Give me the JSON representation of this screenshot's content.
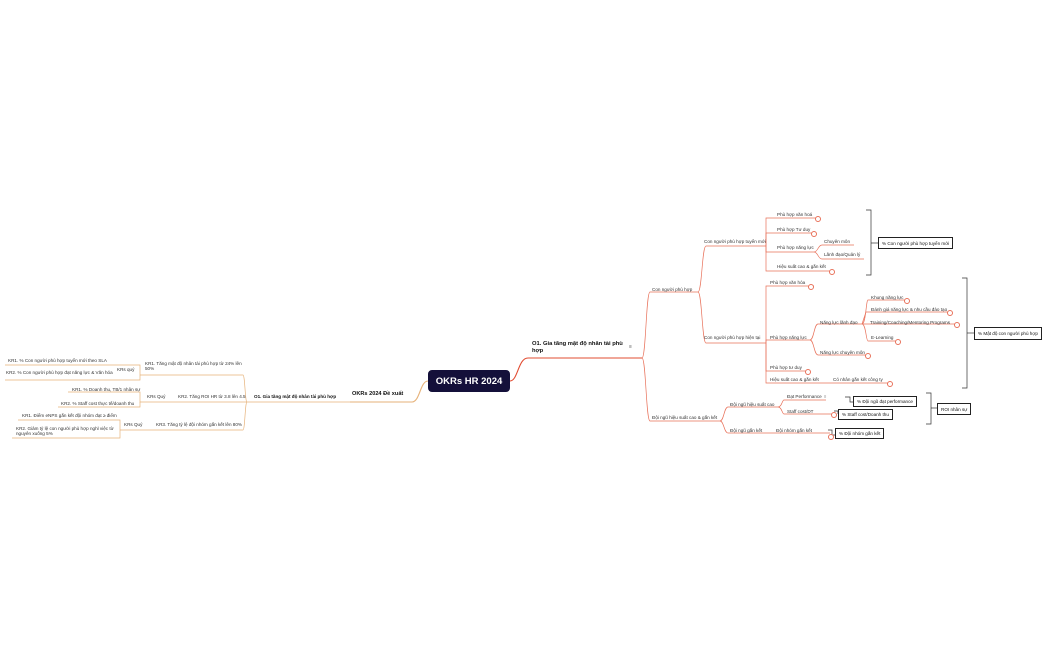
{
  "root": {
    "label": "OKRs HR 2024"
  },
  "colors": {
    "root_bg": "#14103a",
    "right_branch": "#e8715a",
    "left_branch": "#e6b27a",
    "accent": "#e24c32"
  },
  "left": {
    "main": "OKRs 2024 Đề xuất",
    "objective": "O1. Gia tăng mật độ nhân tài phù hợp",
    "groups": [
      {
        "kr": "KR1. Tăng mật độ nhân tài phù hợp từ 24% lên 50%",
        "period": "KRs quý",
        "items": [
          "KR1. % Con người phù hợp tuyển mới theo SLA",
          "KR2. % Con người phù hợp đạt năng lực & Văn hóa"
        ]
      },
      {
        "kr": "KR2. Tăng ROI HR từ 3.8 lên 4.5",
        "period": "KRs Quý",
        "items": [
          "KR1. % Doanh thu, TB/1 nhân sự",
          "KR2. % Staff cost thực tế/doanh thu"
        ]
      },
      {
        "kr": "KR3. Tăng tỷ lệ đội nhóm gắn kết lên 80%",
        "period": "KRs Quý",
        "items": [
          "KR1. Điểm eNPS gắn kết đội nhóm đạt ≥ điểm",
          "KR2. Giảm tỷ lệ con người phù hợp nghỉ việc từ nguyên xuống 5%"
        ]
      }
    ]
  },
  "right": {
    "objective": "O1. Gia tăng mật độ nhân tài phù hợp",
    "con_nguoi_phu_hop": "Con người phù hợp",
    "tuyen_moi": {
      "label": "Con người phù hợp tuyển mới",
      "items": [
        "Phù hợp văn hoá",
        "Phù hợp Tư duy",
        "Phù hợp năng lực",
        "Hiệu suất cao & gắn kết"
      ],
      "nang_luc": [
        "Chuyên môn",
        "Lãnh đạo/Quản lý"
      ],
      "summary": "% Con người phù hợp tuyển mới"
    },
    "hien_tai": {
      "label": "Con người phù hợp hiện tại",
      "van_hoa": "Phù hợp văn hóa",
      "nang_luc": "Phù hợp năng lực",
      "lanh_dao": "Năng lực lãnh đạo",
      "lanh_dao_items": [
        "Khung năng lực",
        "Đánh giá năng lực & nhu cầu đào tạo",
        "Training/Coaching/Mentoring Programs",
        "E-Learning"
      ],
      "chuyen_mon": "Năng lực chuyên môn",
      "tu_duy": "Phù hợp tư duy",
      "hieu_suat": "Hiệu suất cao & gắn kết",
      "gan_ket": "Có nhân gắn kết công ty",
      "summary": "% Mật độ con người phù hợp"
    },
    "doi_ngu": {
      "label": "Đội ngũ hiệu suất cao & gắn kết",
      "hieu_suat_cao": "Đội ngũ hiệu suất cao",
      "performance": "Đạt Performance",
      "staff_cost": "Staff cost/DT",
      "gan_ket": "Đội ngũ gắn kết",
      "doi_nhom": "Đội nhóm gắn kết",
      "box_performance": "% Đội ngũ đạt performance",
      "box_staff": "% Staff cost/Doanh thu",
      "box_doinhom": "% Đội nhóm gắn kết",
      "roi": "ROI nhân sự"
    }
  }
}
